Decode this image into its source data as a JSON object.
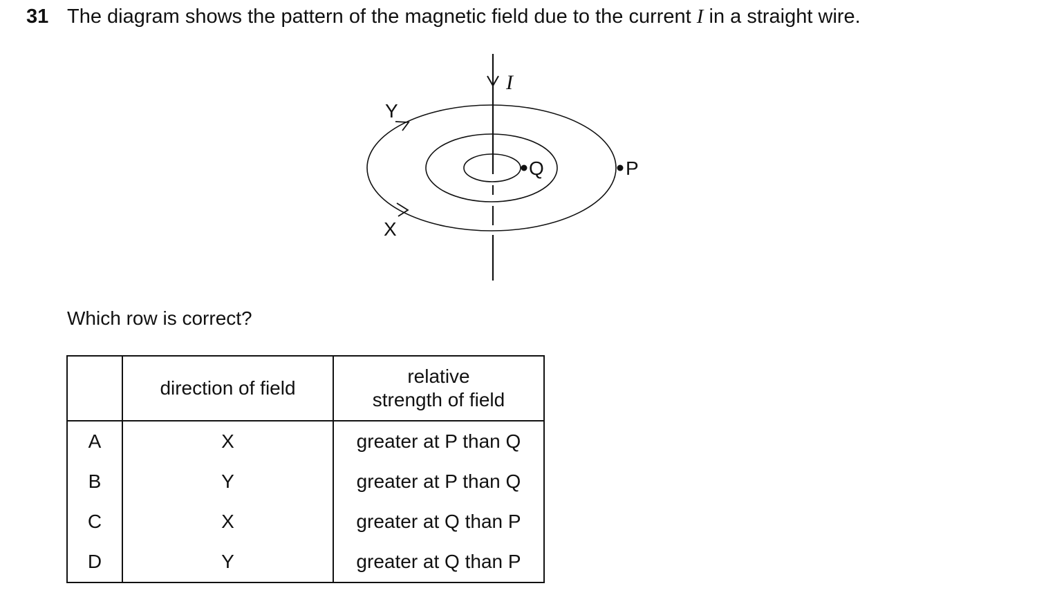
{
  "question": {
    "number": "31",
    "text_before": "The diagram shows the pattern of the magnetic field due to the current ",
    "text_var": "I",
    "text_after": " in a straight wire."
  },
  "diagram": {
    "current_label": "I",
    "label_y": "Y",
    "label_x": "X",
    "label_q": "Q",
    "label_p": "P"
  },
  "prompt": "Which row is correct?",
  "table": {
    "header": {
      "col1": "",
      "col2": "direction of field",
      "col3_line1": "relative",
      "col3_line2": "strength of field"
    },
    "rows": [
      {
        "letter": "A",
        "direction": "X",
        "strength": "greater at P than Q"
      },
      {
        "letter": "B",
        "direction": "Y",
        "strength": "greater at P than Q"
      },
      {
        "letter": "C",
        "direction": "X",
        "strength": "greater at Q than P"
      },
      {
        "letter": "D",
        "direction": "Y",
        "strength": "greater at Q than P"
      }
    ]
  }
}
